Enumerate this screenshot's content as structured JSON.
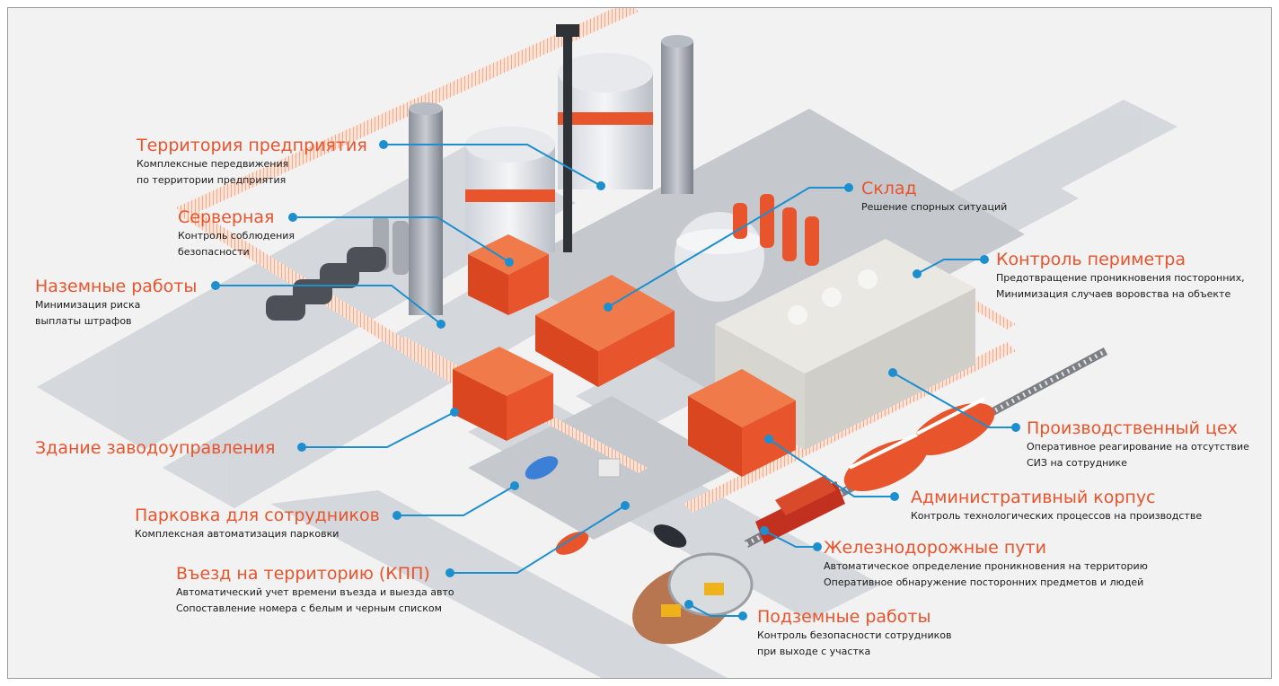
{
  "colors": {
    "accent": "#e8542c",
    "connector": "#1d8fce",
    "building": "#e8542c",
    "road": "#cfd2d6"
  },
  "callouts": [
    {
      "id": "territory",
      "title": "Территория предприятия",
      "lines": [
        "Комплексные передвижения",
        "по территории предприятия"
      ]
    },
    {
      "id": "server",
      "title": "Серверная",
      "lines": [
        "Контроль соблюдения",
        "безопасности"
      ]
    },
    {
      "id": "groundworks",
      "title": "Наземные работы",
      "lines": [
        "Минимизация риска",
        "выплаты штрафов"
      ]
    },
    {
      "id": "factory_admin",
      "title": "Здание заводоуправления",
      "lines": []
    },
    {
      "id": "parking",
      "title": "Парковка для сотрудников",
      "lines": [
        "Комплексная автоматизация парковки"
      ]
    },
    {
      "id": "checkpoint",
      "title": "Въезд на территорию (КПП)",
      "lines": [
        "Автоматический учет времени въезда и выезда авто",
        "Сопоставление номера с белым и черным списком"
      ]
    },
    {
      "id": "warehouse",
      "title": "Склад",
      "lines": [
        "Решение спорных ситуаций"
      ]
    },
    {
      "id": "perimeter",
      "title": "Контроль периметра",
      "lines": [
        "Предотвращение проникновения посторонних,",
        "Минимизация случаев воровства на объекте"
      ]
    },
    {
      "id": "workshop",
      "title": "Производственный цех",
      "lines": [
        "Оперативное реагирование на отсутствие",
        "СИЗ на сотруднике"
      ]
    },
    {
      "id": "admin_building",
      "title": "Административный корпус",
      "lines": [
        "Контроль технологических процессов на производстве"
      ]
    },
    {
      "id": "railway",
      "title": "Железнодорожные пути",
      "lines": [
        "Автоматическое определение проникновения на территорию",
        "Оперативное обнаружение посторонних предметов и людей"
      ]
    },
    {
      "id": "underground",
      "title": "Подземные работы",
      "lines": [
        "Контроль безопасности сотрудников",
        "при выходе с участка"
      ]
    }
  ]
}
